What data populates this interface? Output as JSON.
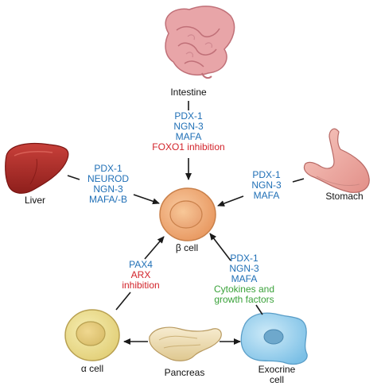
{
  "colors": {
    "blue_text": "#1f6fb6",
    "red_text": "#d2232a",
    "green_text": "#3aa23a",
    "arrow": "#1a1a1a",
    "beta_cell_fill": "#f2b080",
    "alpha_cell_fill": "#efe39a",
    "exocrine_cell_fill": "#a8d8f0",
    "liver_fill": "#b5312c",
    "intestine_fill": "#e8a5a8",
    "stomach_fill": "#f0b0a8",
    "pancreas_fill": "#f0e0b8"
  },
  "nodes": {
    "intestine": {
      "label": "Intestine",
      "icon": "intestine-icon"
    },
    "liver": {
      "label": "Liver",
      "icon": "liver-icon"
    },
    "stomach": {
      "label": "Stomach",
      "icon": "stomach-icon"
    },
    "beta_cell": {
      "label": "β cell",
      "icon": "beta-cell-icon"
    },
    "alpha_cell": {
      "label": "α cell",
      "icon": "alpha-cell-icon"
    },
    "pancreas": {
      "label": "Pancreas",
      "icon": "pancreas-icon"
    },
    "exocrine": {
      "label_line1": "Exocrine",
      "label_line2": "cell",
      "icon": "exocrine-cell-icon"
    }
  },
  "factors": {
    "intestine": [
      "PDX-1",
      "NGN-3",
      "MAFA"
    ],
    "intestine_extra": "FOXO1 inhibition",
    "liver": [
      "PDX-1",
      "NEUROD",
      "NGN-3",
      "MAFA/-B"
    ],
    "stomach": [
      "PDX-1",
      "NGN-3",
      "MAFA"
    ],
    "alpha": [
      "PAX4"
    ],
    "alpha_extra": [
      "ARX",
      "inhibition"
    ],
    "exocrine": [
      "PDX-1",
      "NGN-3",
      "MAFA"
    ],
    "exocrine_extra": [
      "Cytokines and",
      "growth factors"
    ]
  }
}
